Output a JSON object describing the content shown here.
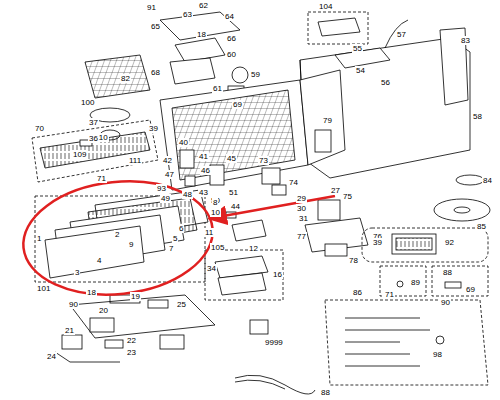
{
  "diagram": {
    "labels": [
      "91",
      "62",
      "63",
      "64",
      "65",
      "18",
      "66",
      "60",
      "68",
      "104",
      "57",
      "83",
      "55",
      "54",
      "56",
      "82",
      "100",
      "59",
      "61",
      "69",
      "58",
      "70",
      "110",
      "109",
      "111",
      "37",
      "36",
      "39",
      "40",
      "42",
      "41",
      "43",
      "46",
      "45",
      "79",
      "84",
      "85",
      "71",
      "93",
      "47",
      "49",
      "48",
      "73",
      "51",
      "50",
      "74",
      "29",
      "27",
      "30",
      "31",
      "44",
      "11",
      "12",
      "10",
      "8",
      "6",
      "5",
      "7",
      "9",
      "2",
      "4",
      "1",
      "3",
      "101",
      "75",
      "77",
      "76",
      "78",
      "39",
      "92",
      "88",
      "71",
      "89",
      "69",
      "90",
      "105",
      "34",
      "16",
      "18",
      "19",
      "90",
      "25",
      "20",
      "21",
      "22",
      "23",
      "24",
      "9999",
      "86",
      "98",
      "88"
    ]
  }
}
